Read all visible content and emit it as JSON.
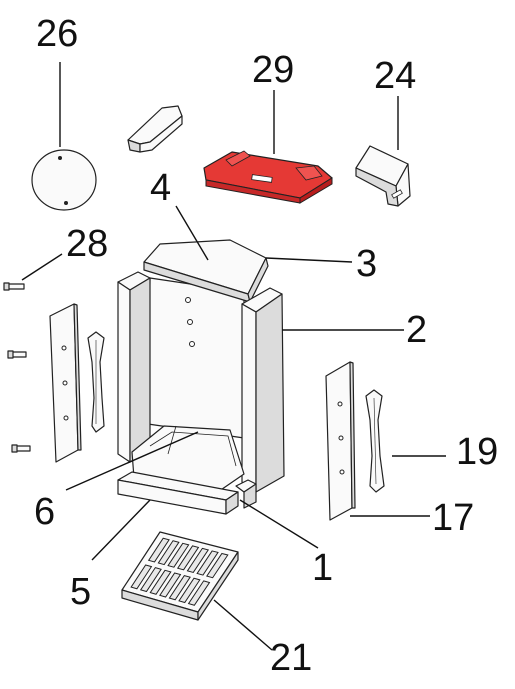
{
  "highlight_color": "#e53935",
  "parts": [
    {
      "id": "part-26",
      "number": "26",
      "highlighted": false
    },
    {
      "id": "part-29",
      "number": "29",
      "highlighted": true
    },
    {
      "id": "part-24",
      "number": "24",
      "highlighted": false
    },
    {
      "id": "part-4",
      "number": "4",
      "highlighted": false
    },
    {
      "id": "part-28",
      "number": "28",
      "highlighted": false
    },
    {
      "id": "part-3",
      "number": "3",
      "highlighted": false
    },
    {
      "id": "part-2",
      "number": "2",
      "highlighted": false
    },
    {
      "id": "part-19",
      "number": "19",
      "highlighted": false
    },
    {
      "id": "part-6",
      "number": "6",
      "highlighted": false
    },
    {
      "id": "part-17",
      "number": "17",
      "highlighted": false
    },
    {
      "id": "part-1",
      "number": "1",
      "highlighted": false
    },
    {
      "id": "part-5",
      "number": "5",
      "highlighted": false
    },
    {
      "id": "part-21",
      "number": "21",
      "highlighted": false
    }
  ]
}
